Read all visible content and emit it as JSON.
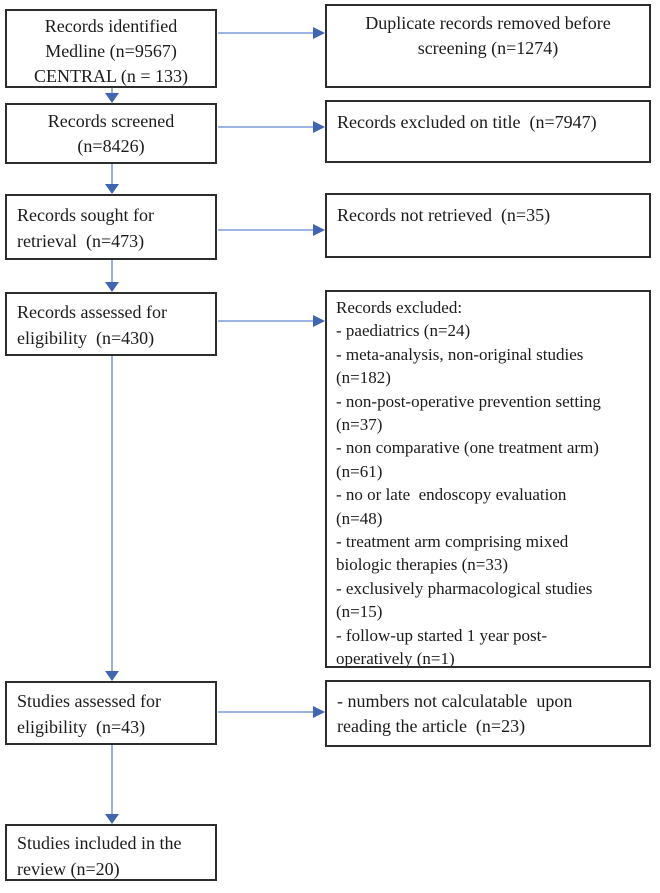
{
  "colors": {
    "background": "#FFFFFF",
    "box_border": "#2D2D2D",
    "text": "#1B1B1B",
    "arrow_line": "#7C9CD9",
    "arrow_head": "#3F66B5"
  },
  "boxes": {
    "left": [
      {
        "name": "records-identified",
        "lines": [
          "Records identified",
          "Medline (n=9567)",
          "CENTRAL (n = 133)"
        ]
      },
      {
        "name": "records-screened",
        "lines": [
          "Records screened",
          "(n=8426)"
        ]
      },
      {
        "name": "records-sought-retrieval",
        "lines": [
          "Records sought for",
          "retrieval  (n=473)"
        ]
      },
      {
        "name": "records-assessed-eligibility",
        "lines": [
          "Records assessed for",
          "eligibility  (n=430)"
        ]
      },
      {
        "name": "studies-assessed-eligibility",
        "lines": [
          "Studies assessed for",
          "eligibility  (n=43)"
        ]
      },
      {
        "name": "studies-included-review",
        "lines": [
          "Studies included in the",
          "review (n=20)"
        ]
      }
    ],
    "right": [
      {
        "name": "duplicates-removed",
        "lines": [
          "Duplicate records removed before",
          "screening (n=1274)"
        ]
      },
      {
        "name": "excluded-on-title",
        "lines": [
          "Records excluded on title  (n=7947)"
        ]
      },
      {
        "name": "records-not-retrieved",
        "lines": [
          "Records not retrieved  (n=35)"
        ]
      },
      {
        "name": "records-excluded-reasons",
        "lines": [
          "Records excluded:",
          "- paediatrics (n=24)",
          "- meta-analysis, non-original studies",
          "(n=182)",
          "- non-post-operative prevention setting",
          "(n=37)",
          "- non comparative (one treatment arm)",
          "(n=61)",
          "- no or late  endoscopy evaluation",
          "(n=48)",
          "- treatment arm comprising mixed",
          "biologic therapies (n=33)",
          "- exclusively pharmacological studies",
          "(n=15)",
          "- follow-up started 1 year post-",
          "operatively (n=1)"
        ]
      },
      {
        "name": "numbers-not-calculatable",
        "lines": [
          "- numbers not calculatable  upon",
          "reading the article  (n=23)"
        ]
      }
    ]
  }
}
